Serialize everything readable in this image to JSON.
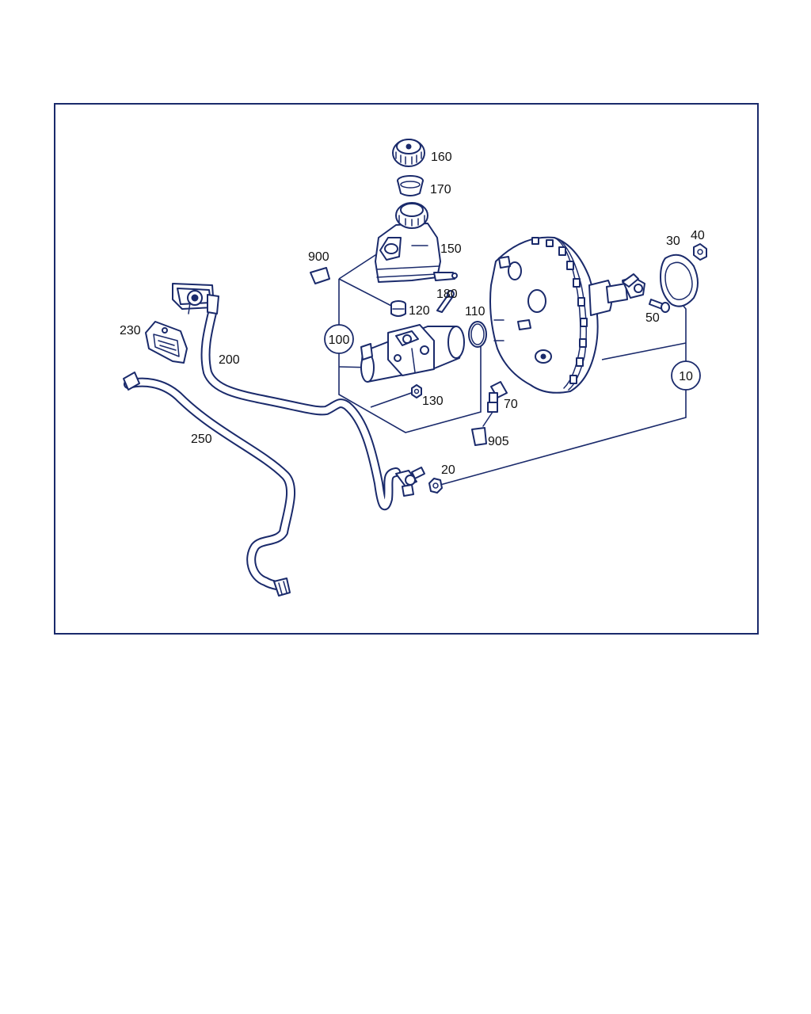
{
  "labels": {
    "p10": "10",
    "p20": "20",
    "p30": "30",
    "p40": "40",
    "p50": "50",
    "p70": "70",
    "p100": "100",
    "p110": "110",
    "p120": "120",
    "p130": "130",
    "p150": "150",
    "p160": "160",
    "p170": "170",
    "p180": "180",
    "p200": "200",
    "p230": "230",
    "p250": "250",
    "p900": "900",
    "p905": "905"
  },
  "colors": {
    "line": "#1a2a6b",
    "text": "#111111",
    "background": "#ffffff"
  }
}
